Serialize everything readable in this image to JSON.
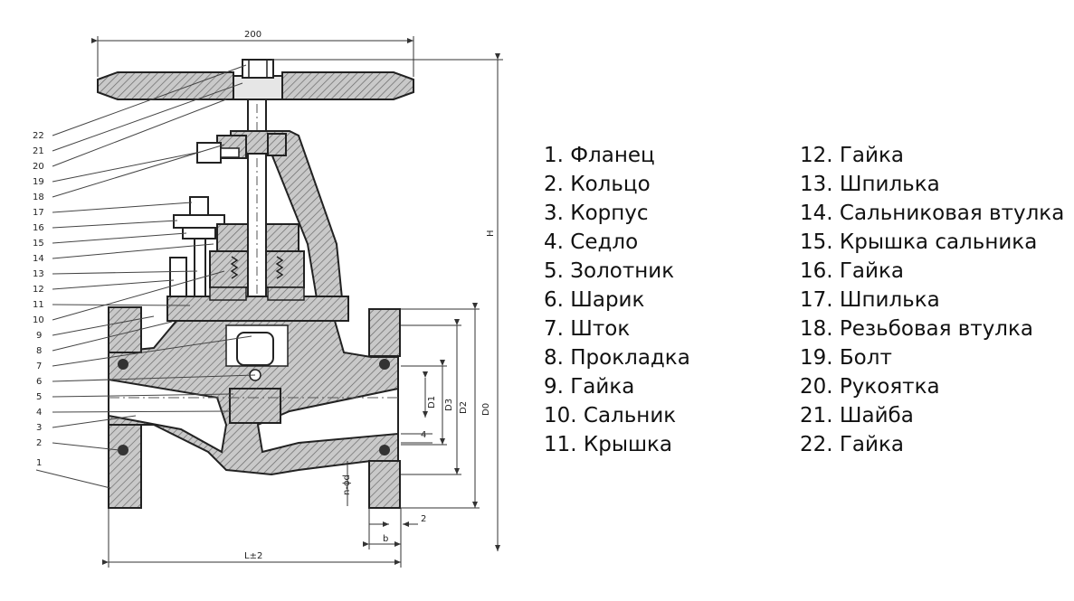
{
  "drawing": {
    "callout_numbers": [
      "22",
      "21",
      "20",
      "19",
      "18",
      "17",
      "16",
      "15",
      "14",
      "13",
      "12",
      "11",
      "10",
      "9",
      "8",
      "7",
      "6",
      "5",
      "4",
      "3",
      "2",
      "1"
    ],
    "dimensions": {
      "width_top": "200",
      "height": "H",
      "d0": "D0",
      "d2": "D2",
      "d3": "D3",
      "d1": "D1",
      "wall": "4",
      "bolt_holes": "n-ϕd",
      "gap": "2",
      "flange_b": "b",
      "length": "L±2"
    }
  },
  "legend": {
    "left": [
      "1. Фланец",
      "2. Кольцо",
      "3. Корпус",
      "4. Седло",
      "5. Золотник",
      "6. Шарик",
      "7. Шток",
      "8. Прокладка",
      "9. Гайка",
      "10. Сальник",
      "11. Крышка"
    ],
    "right": [
      "12. Гайка",
      "13. Шпилька",
      "14. Сальниковая втулка",
      "15. Крышка сальника",
      "16. Гайка",
      "17. Шпилька",
      "18. Резьбовая втулка",
      "19. Болт",
      "20. Рукоятка",
      "21. Шайба",
      "22. Гайка"
    ]
  }
}
